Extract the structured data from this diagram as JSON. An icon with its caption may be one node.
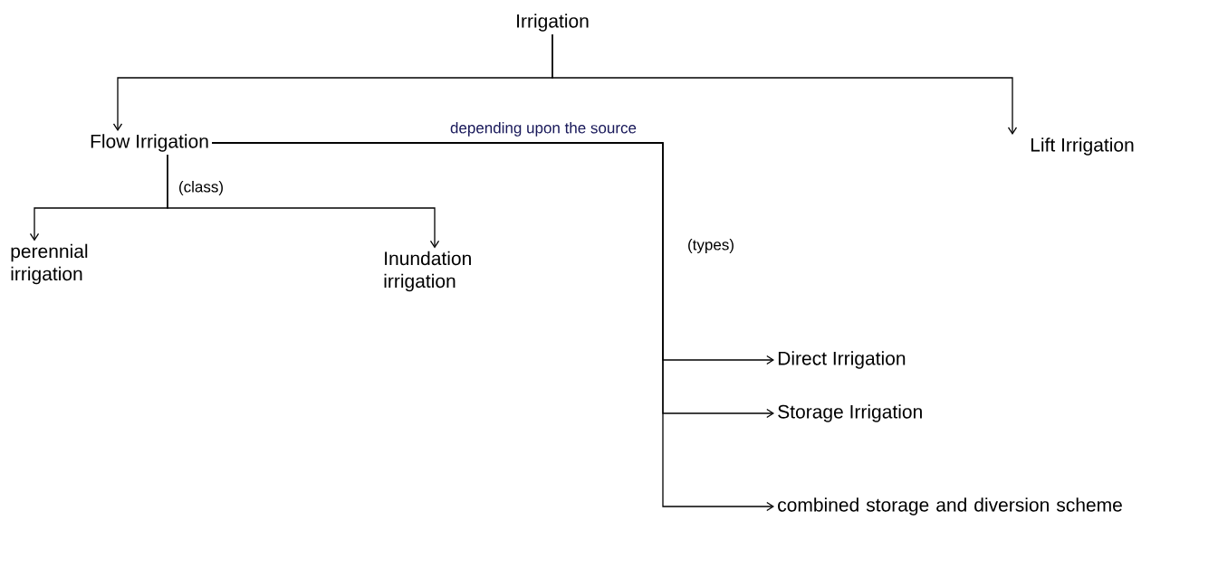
{
  "diagram": {
    "nodes": [
      {
        "text": [
          "Irrigation"
        ]
      },
      {
        "text": [
          "Flow Irrigation"
        ]
      },
      {
        "text": [
          "Lift Irrigation"
        ]
      },
      {
        "text": [
          "perennial irrigation"
        ]
      },
      {
        "text": [
          "Inundation irrigation"
        ]
      },
      {
        "text": [
          "Direct Irrigation"
        ]
      },
      {
        "text": [
          "Storage Irrigation"
        ]
      },
      {
        "text": [
          "combined storage and diversion scheme"
        ]
      }
    ],
    "edges": [
      {
        "from": 0,
        "to": 1,
        "arrow": "to"
      },
      {
        "from": 0,
        "to": 2,
        "arrow": "to"
      },
      {
        "from": 1,
        "to": 3,
        "arrow": "to"
      },
      {
        "from": 1,
        "to": 4,
        "arrow": "to"
      },
      {
        "from": 1,
        "to": 5,
        "arrow": "to",
        "label": "depending upon the source"
      },
      {
        "from": 1,
        "to": 6,
        "arrow": "to"
      },
      {
        "from": 1,
        "to": 7,
        "arrow": "to"
      }
    ],
    "labels": [
      "(class)",
      "(types)"
    ]
  }
}
